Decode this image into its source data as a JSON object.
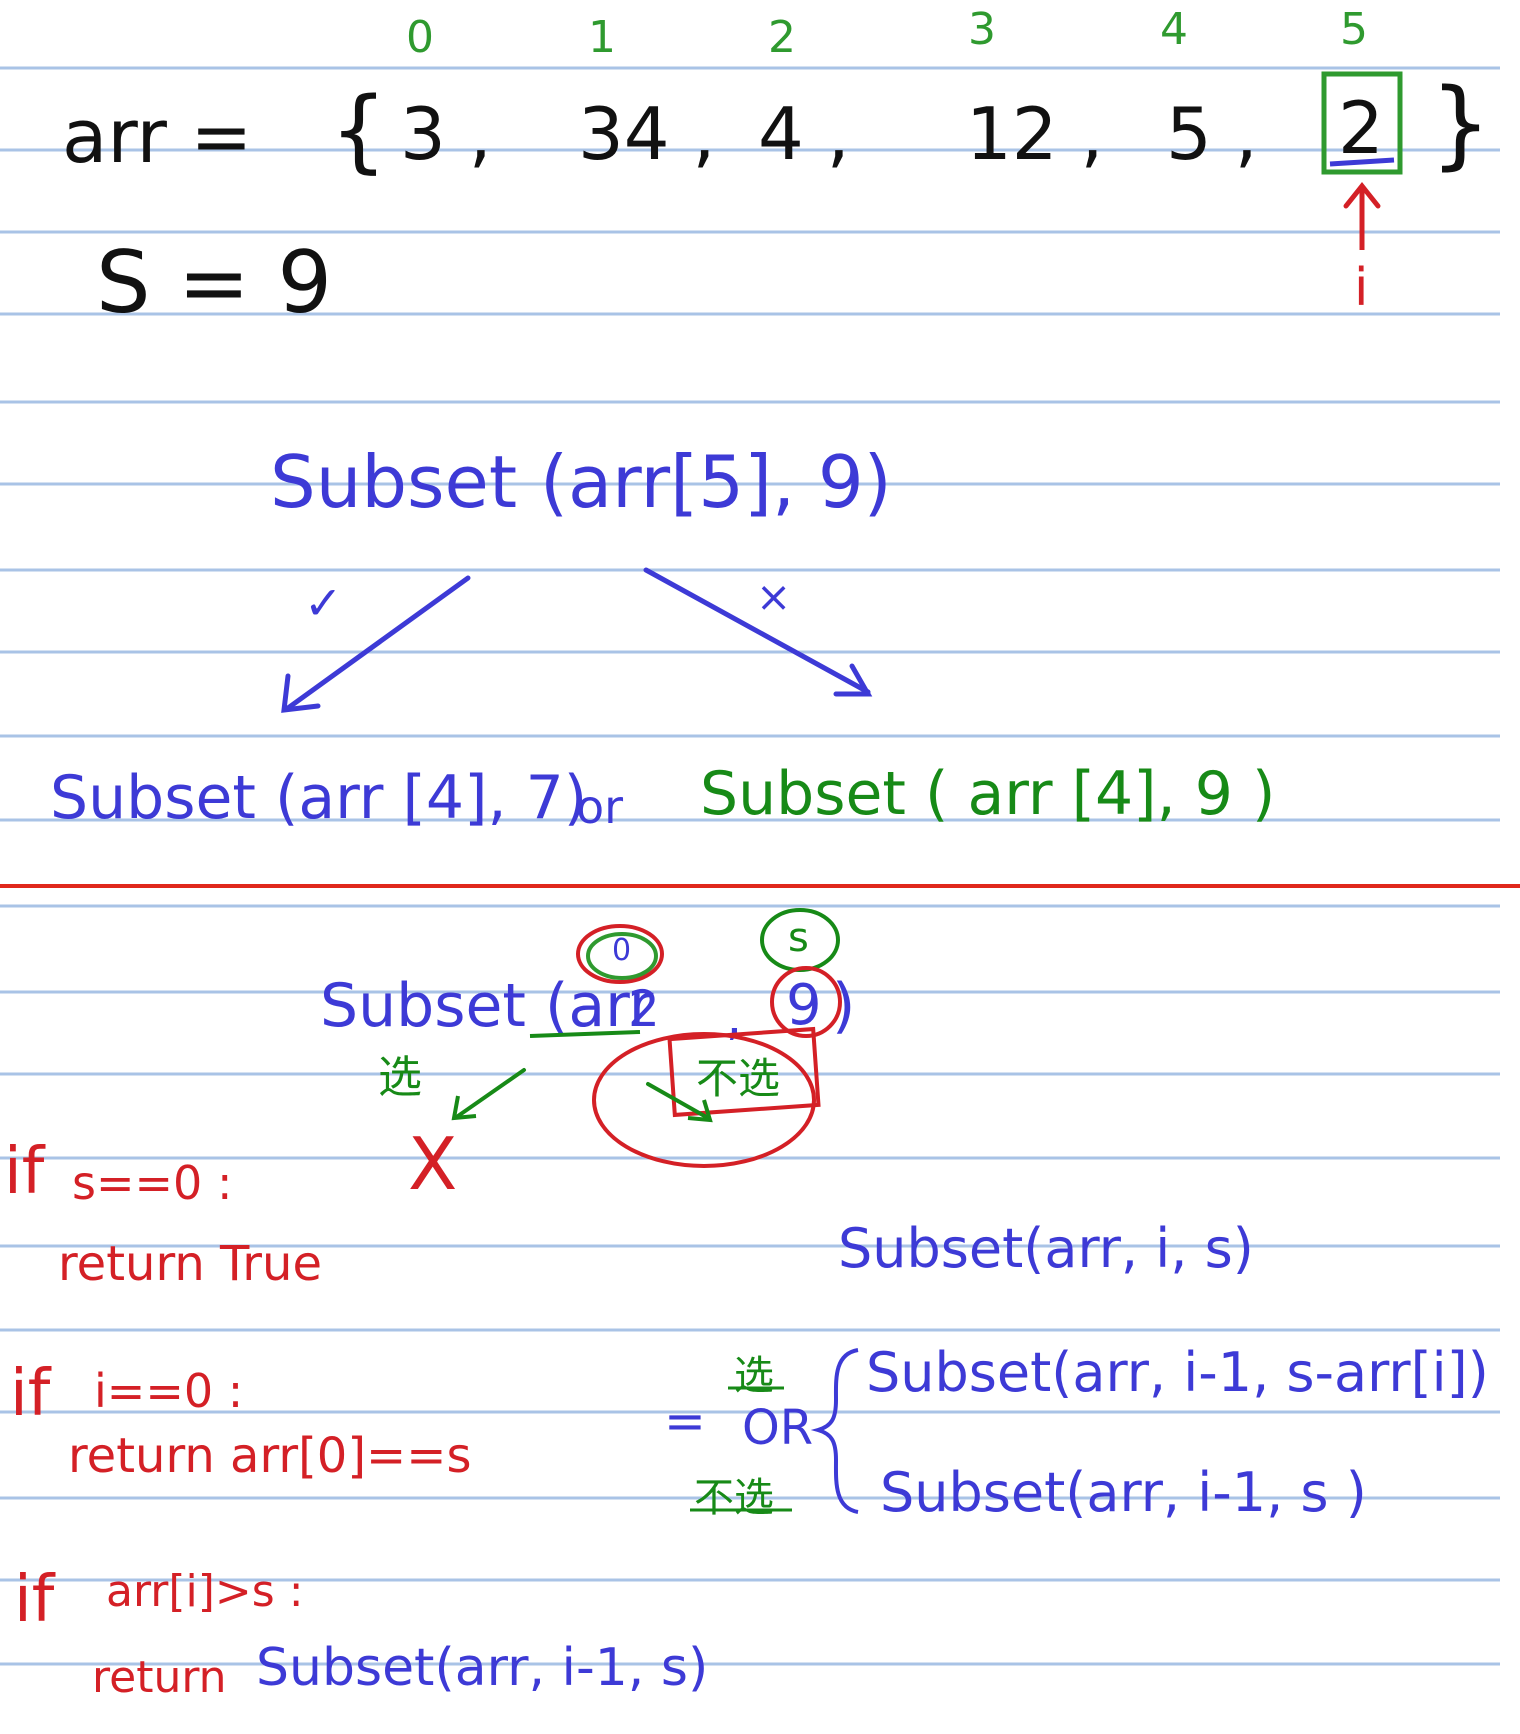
{
  "colors": {
    "ruled_line": "#a9c3e6",
    "divider": "#e0281c",
    "black_ink": "#111111",
    "green_ink": "#2f9a2f",
    "blue_ink": "#3d3ad6",
    "red_ink": "#d42026"
  },
  "top": {
    "indices": [
      "0",
      "1",
      "2",
      "3",
      "4",
      "5"
    ],
    "arr_label": "arr =",
    "open_brace": "{",
    "elements": [
      "3 ,",
      "34 ,",
      "4 ,",
      "12 ,",
      "5 ,",
      "2"
    ],
    "close_brace": "}",
    "s_line": "S = 9",
    "pointer_label": "i"
  },
  "tree": {
    "root": "Subset (arr[5], 9)",
    "check_mark": "✓",
    "cross_mark": "×",
    "left_child": "Subset (arr [4], 7)",
    "or": "or",
    "right_child": "Subset ( arr [4], 9 )"
  },
  "bottom": {
    "root_prefix": "Subset (arr",
    "root_index": "2",
    "root_comma": ",",
    "root_s": "9",
    "root_close": ")",
    "circle_top_left": "0",
    "circle_top_right": "s",
    "choose_label": "选",
    "not_choose_label": "不选",
    "x_mark": "X",
    "code": [
      {
        "kw": "if",
        "cond": "s==0 :"
      },
      {
        "indent": "return True"
      },
      {
        "kw": "if",
        "cond": "i==0 :"
      },
      {
        "indent": "return arr[0]==s"
      },
      {
        "kw": "if",
        "cond": "arr[i]>s :"
      },
      {
        "indent_kw": "return",
        "indent_expr": "Subset(arr, i-1, s)"
      }
    ],
    "recurrence": {
      "head": "Subset(arr, i, s)",
      "equals": "=",
      "choose": "选",
      "or": "OR",
      "not_choose": "不选",
      "case_choose": "Subset(arr, i-1, s-arr[i])",
      "case_not_choose": "Subset(arr, i-1, s )"
    }
  }
}
